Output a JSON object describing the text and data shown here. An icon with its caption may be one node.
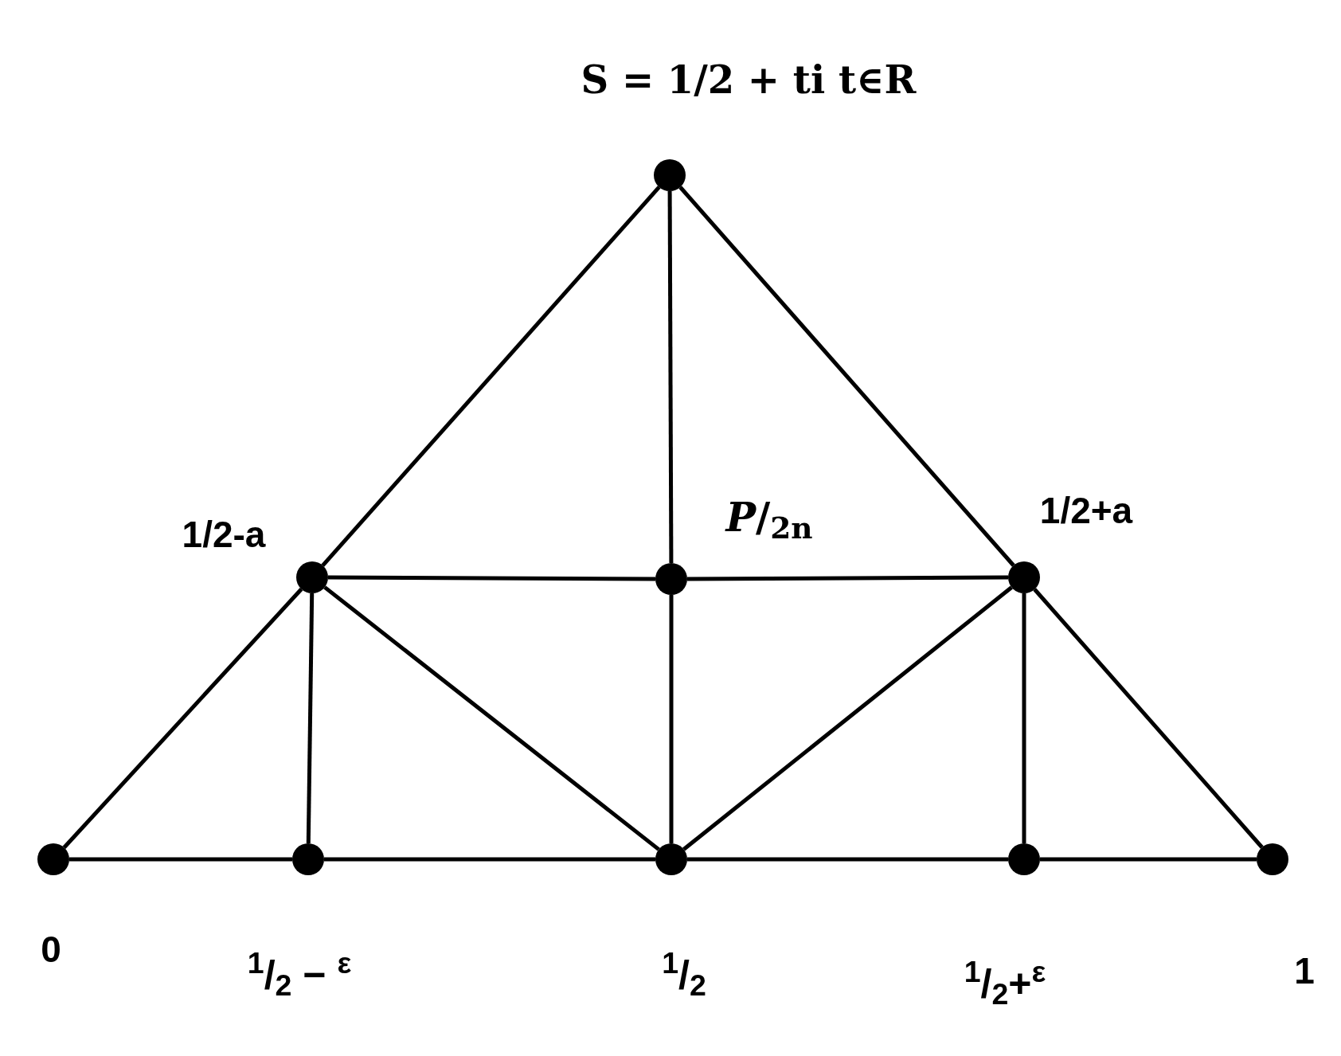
{
  "diagram": {
    "nodes": [
      {
        "text": [],
        "shape": "circle",
        "beside": [
          "S = 1/2 + ti  t∈R"
        ]
      },
      {
        "text": [],
        "shape": "circle",
        "beside": [
          "1/2-a"
        ]
      },
      {
        "text": [],
        "shape": "circle",
        "beside": [
          "*P*/$_{2n}$"
        ]
      },
      {
        "text": [],
        "shape": "circle",
        "beside": [
          "1/2+a"
        ]
      },
      {
        "text": [],
        "shape": "circle",
        "beside": [
          "0"
        ]
      },
      {
        "text": [],
        "shape": "circle",
        "beside": [
          "$^{1}$/$_{2}$ − $^{ε}$"
        ]
      },
      {
        "text": [],
        "shape": "circle",
        "beside": [
          "$^{1}$/$_{2}$"
        ]
      },
      {
        "text": [],
        "shape": "circle",
        "beside": [
          "$^{1}$/$_{2}$+$^{ε}$"
        ]
      },
      {
        "text": [],
        "shape": "circle",
        "beside": [
          "1"
        ]
      }
    ],
    "edges": [
      {
        "from": 4,
        "to": 1,
        "arrow": "none"
      },
      {
        "from": 1,
        "to": 0,
        "arrow": "none"
      },
      {
        "from": 0,
        "to": 3,
        "arrow": "none"
      },
      {
        "from": 3,
        "to": 8,
        "arrow": "none"
      },
      {
        "from": 0,
        "to": 2,
        "arrow": "none"
      },
      {
        "from": 2,
        "to": 6,
        "arrow": "none"
      },
      {
        "from": 1,
        "to": 2,
        "arrow": "none"
      },
      {
        "from": 2,
        "to": 3,
        "arrow": "none"
      },
      {
        "from": 1,
        "to": 5,
        "arrow": "none"
      },
      {
        "from": 3,
        "to": 7,
        "arrow": "none"
      },
      {
        "from": 1,
        "to": 6,
        "arrow": "none"
      },
      {
        "from": 3,
        "to": 6,
        "arrow": "none"
      },
      {
        "from": 4,
        "to": 5,
        "arrow": "none"
      },
      {
        "from": 5,
        "to": 6,
        "arrow": "none"
      },
      {
        "from": 6,
        "to": 7,
        "arrow": "none"
      },
      {
        "from": 7,
        "to": 8,
        "arrow": "none"
      }
    ]
  }
}
